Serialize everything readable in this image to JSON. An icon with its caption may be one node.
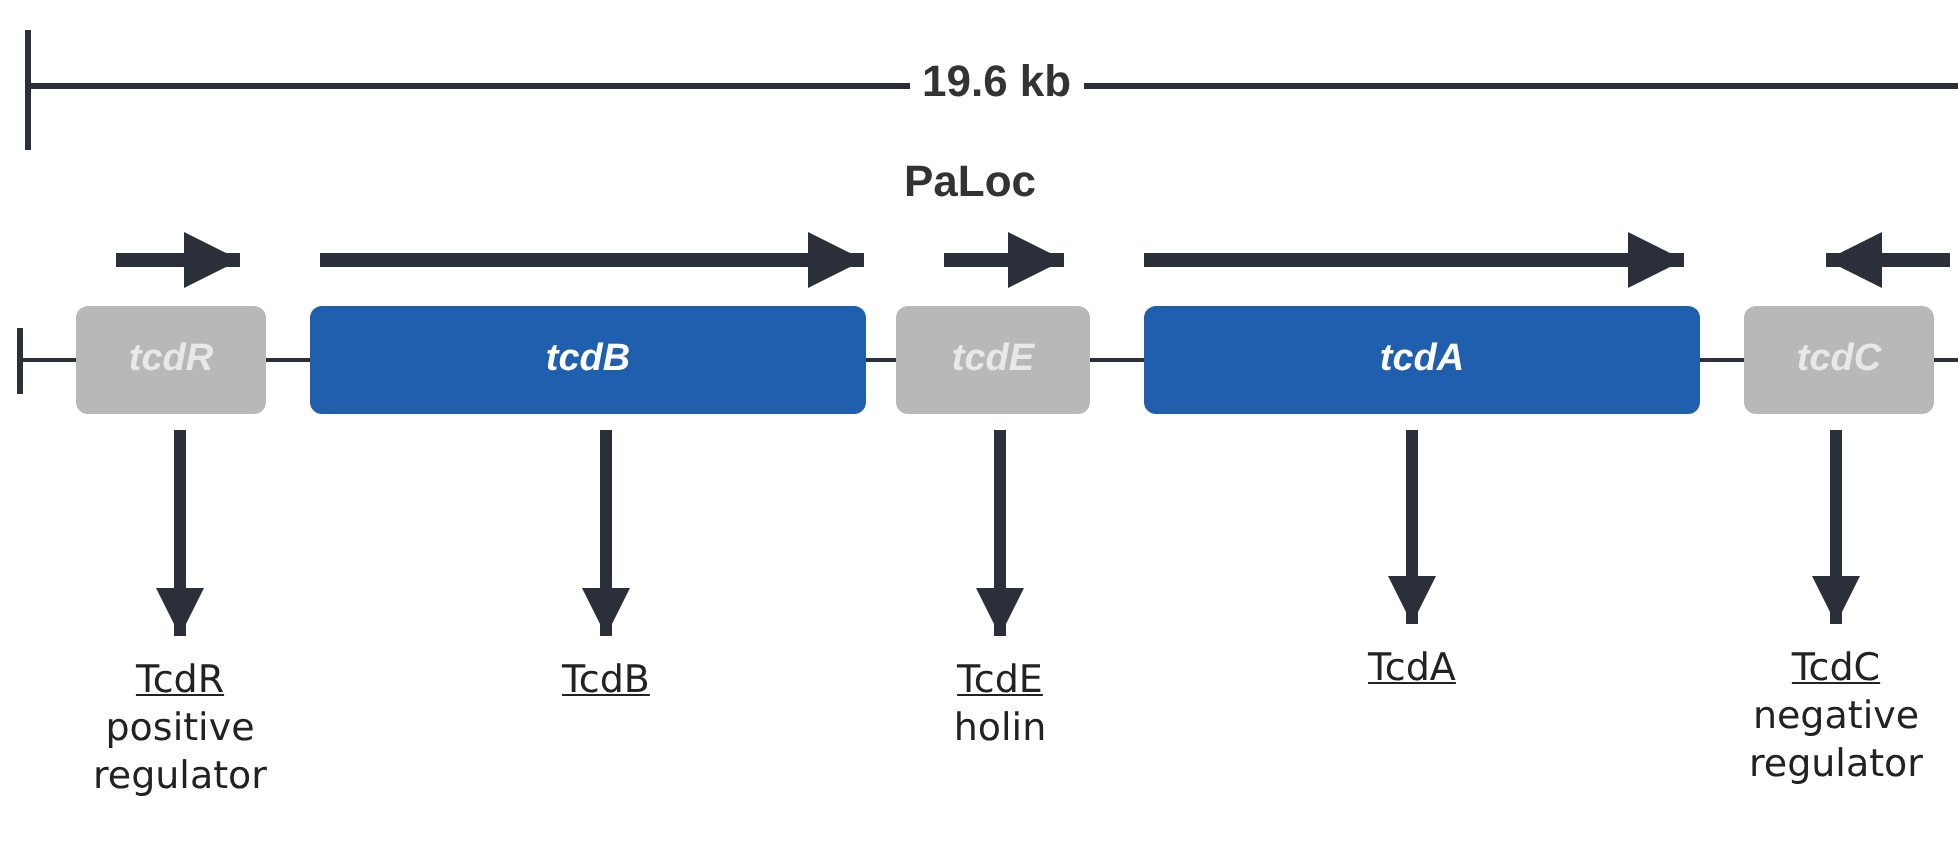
{
  "diagram": {
    "nodes": [
      {
        "text": [
          "tcdR"
        ]
      },
      {
        "text": [
          "tcdB"
        ]
      },
      {
        "text": [
          "tcdE"
        ]
      },
      {
        "text": [
          "tcdA"
        ]
      },
      {
        "text": [
          "tcdC"
        ]
      },
      {
        "text": [
          "TcdR",
          "positive regulator"
        ]
      },
      {
        "text": [
          "TcdB"
        ]
      },
      {
        "text": [
          "TcdE",
          "holin"
        ]
      },
      {
        "text": [
          "TcdA"
        ]
      },
      {
        "text": [
          "TcdC",
          "negative regulator"
        ]
      }
    ],
    "edges": [
      {
        "from": 0,
        "to": 5,
        "arrow": "to"
      },
      {
        "from": 1,
        "to": 6,
        "arrow": "to"
      },
      {
        "from": 2,
        "to": 7,
        "arrow": "to"
      },
      {
        "from": 3,
        "to": 8,
        "arrow": "to"
      },
      {
        "from": 4,
        "to": 9,
        "arrow": "to"
      }
    ],
    "labels": [
      "19.6 kb",
      "PaLoc"
    ]
  }
}
